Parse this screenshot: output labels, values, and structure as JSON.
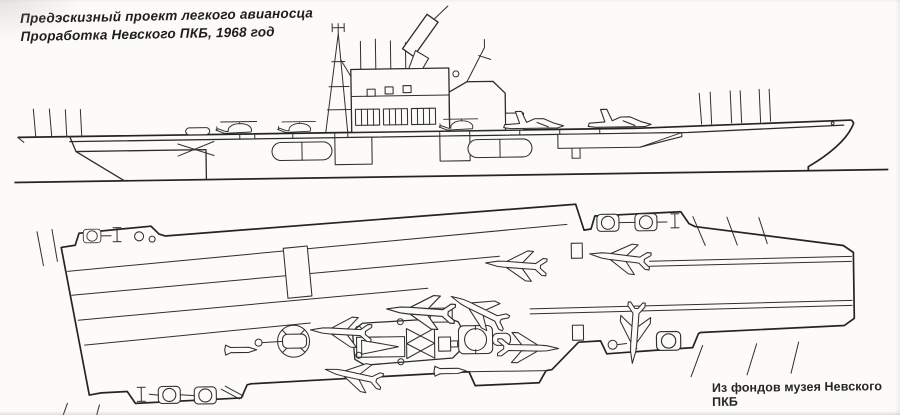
{
  "title": {
    "line1": "Предэскизный проект легкого авианосца",
    "line2": "Проработка Невского ПКБ, 1968 год"
  },
  "caption": "Из фондов музея Невского ПКБ",
  "colors": {
    "paper": "#fcfbf8",
    "ink": "#2b2b2b",
    "scan_shadow": "#a09e96"
  }
}
